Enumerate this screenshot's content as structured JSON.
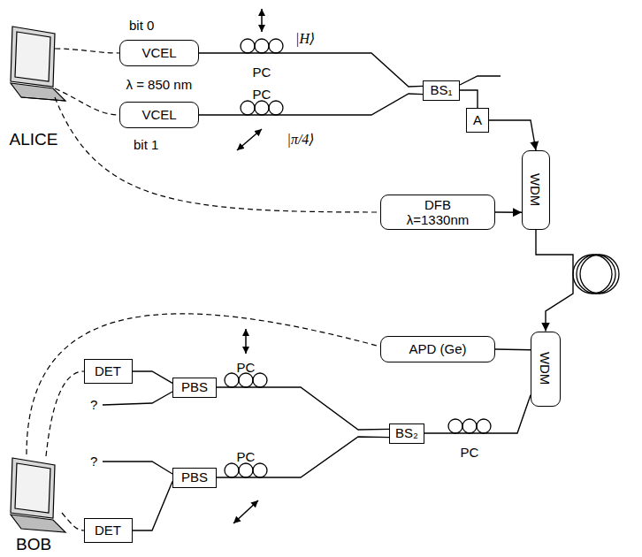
{
  "diagram": {
    "nodes": [
      {
        "text": [
          "VCEL"
        ]
      },
      {
        "text": [
          "VCEL"
        ]
      },
      {
        "text": [
          "BS₁"
        ]
      },
      {
        "text": [
          "A"
        ]
      },
      {
        "text": [
          "DFB",
          "λ=1330nm"
        ]
      },
      {
        "text": [
          "WDM"
        ]
      },
      {
        "text": [
          "WDM"
        ]
      },
      {
        "text": [
          "APD (Ge)"
        ]
      },
      {
        "text": [
          "BS₂"
        ]
      },
      {
        "text": [
          "PBS"
        ]
      },
      {
        "text": [
          "PBS"
        ]
      },
      {
        "text": [
          "DET"
        ]
      },
      {
        "text": [
          "DET"
        ]
      }
    ],
    "edges": [
      {
        "from": 0,
        "to": 2,
        "arrow": "none"
      },
      {
        "from": 1,
        "to": 2,
        "arrow": "none"
      },
      {
        "from": 2,
        "to": 3,
        "arrow": "none"
      },
      {
        "from": 3,
        "to": 5,
        "arrow": "to"
      },
      {
        "from": 4,
        "to": 5,
        "arrow": "to"
      },
      {
        "from": 5,
        "to": 6,
        "arrow": "to"
      },
      {
        "from": 6,
        "to": 7,
        "arrow": "none"
      },
      {
        "from": 6,
        "to": 8,
        "arrow": "none"
      },
      {
        "from": 8,
        "to": 9,
        "arrow": "none"
      },
      {
        "from": 8,
        "to": 10,
        "arrow": "none"
      },
      {
        "from": 9,
        "to": 11,
        "arrow": "none"
      },
      {
        "from": 10,
        "to": 12,
        "arrow": "none"
      }
    ],
    "labels": [
      "bit 0",
      "λ = 850 nm",
      "bit 1",
      "|H⟩",
      "|π/4⟩",
      "PC",
      "PC",
      "ALICE",
      "PC",
      "PC",
      "PC",
      "?",
      "?",
      "BOB"
    ]
  }
}
